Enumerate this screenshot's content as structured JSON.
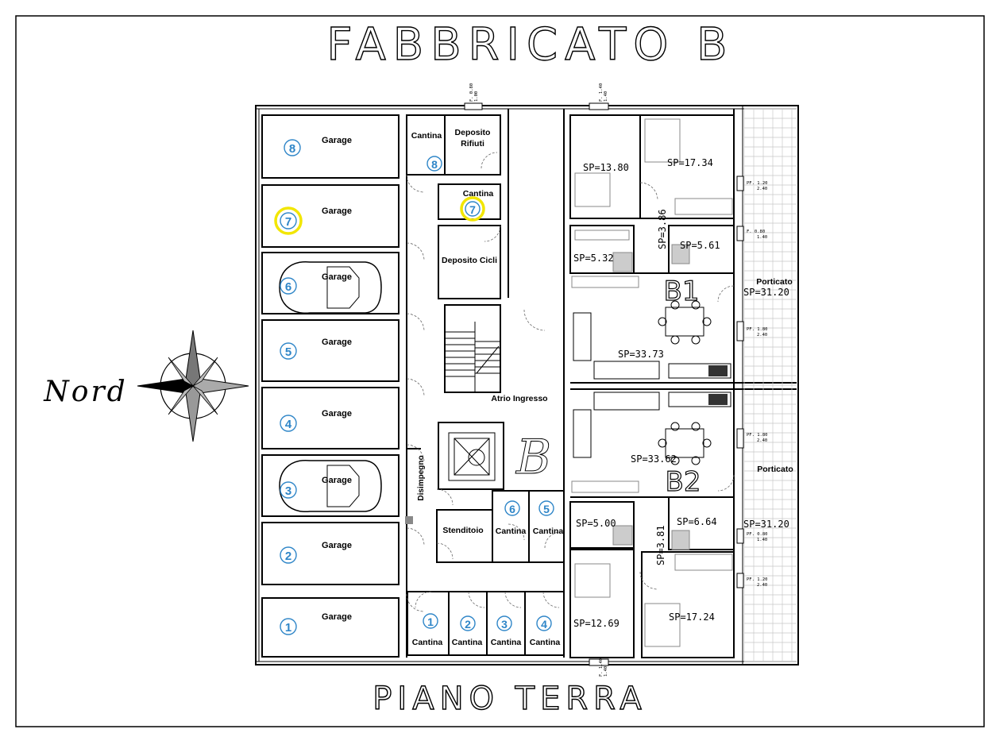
{
  "title": "FABBRICATO B",
  "subtitle": "PIANO TERRA",
  "compass_label": "Nord",
  "apartments": {
    "b1_label": "B1",
    "b2_label": "B2",
    "stair_label": "B"
  },
  "garages": [
    {
      "label": "Garage",
      "number": "8"
    },
    {
      "label": "Garage",
      "number": "7",
      "highlighted": true
    },
    {
      "label": "Garage",
      "number": "6",
      "has_car": true
    },
    {
      "label": "Garage",
      "number": "5"
    },
    {
      "label": "Garage",
      "number": "4"
    },
    {
      "label": "Garage",
      "number": "3",
      "has_car": true
    },
    {
      "label": "Garage",
      "number": "2"
    },
    {
      "label": "Garage",
      "number": "1"
    }
  ],
  "rooms": {
    "cantina_8": {
      "label": "Cantina",
      "number": "8"
    },
    "deposito_rifiuti": {
      "line1": "Deposito",
      "line2": "Rifiuti"
    },
    "cantina_7": {
      "label": "Cantina",
      "number": "7"
    },
    "deposito_cicli": "Deposito Cicli",
    "atrio": "Atrio Ingresso",
    "disimpegno": "Disimpegno",
    "stenditoio": "Stenditoio",
    "cantina_6": {
      "label": "Cantina",
      "number": "6"
    },
    "cantina_5": {
      "label": "Cantina",
      "number": "5"
    },
    "cantina_1": {
      "label": "Cantina",
      "number": "1"
    },
    "cantina_2": {
      "label": "Cantina",
      "number": "2"
    },
    "cantina_3": {
      "label": "Cantina",
      "number": "3"
    },
    "cantina_4": {
      "label": "Cantina",
      "number": "4"
    },
    "porticato_1": "Porticato",
    "porticato_2": "Porticato"
  },
  "surfaces": {
    "b1_bath1": "SP=13.80",
    "b1_bed": "SP=17.34",
    "b1_corr": "SP=3.86",
    "b1_bath2": "SP=5.61",
    "b1_wc": "SP=5.32",
    "b1_portico": "SP=31.20",
    "b1_living": "SP=33.73",
    "b2_living": "SP=33.62",
    "b2_wc": "SP=5.00",
    "b2_bath": "SP=6.64",
    "b2_portico": "SP=31.20",
    "b2_corr": "SP=3.81",
    "b2_room": "SP=12.69",
    "b2_bed": "SP=17.24"
  },
  "window_tags": {
    "top_small": [
      "F. 0.80",
      "1.00"
    ],
    "top_right": [
      "F. 1.40",
      "1.40"
    ],
    "side_1": [
      "PF. 1.20",
      "2.40"
    ],
    "side_2": [
      "F. 0.80",
      "1.40"
    ],
    "side_3": [
      "PF. 1.80",
      "2.40"
    ],
    "side_4": [
      "PF. 1.80",
      "2.40"
    ],
    "side_5": [
      "PF. 0.80",
      "1.40"
    ],
    "side_6": [
      "PF. 1.20",
      "2.40"
    ],
    "bottom": [
      "F. 1.40",
      "1.40"
    ]
  },
  "colors": {
    "number_blue": "#2f86c8",
    "highlight_yellow": "#f2e600",
    "portico_grid": "#c8c8c8"
  }
}
